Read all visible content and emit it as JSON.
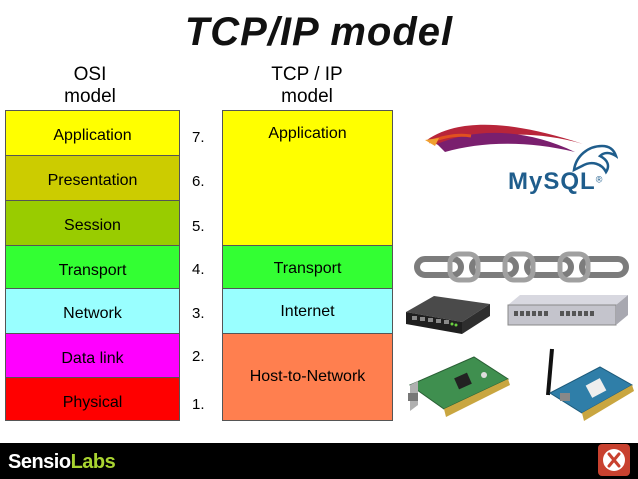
{
  "title": "TCP/IP model",
  "osi": {
    "heading_line1": "OSI",
    "heading_line2": "model",
    "layers": [
      {
        "label": "Application",
        "color": "#ffff00"
      },
      {
        "label": "Presentation",
        "color": "#cccc00"
      },
      {
        "label": "Session",
        "color": "#99cc00"
      },
      {
        "label": "Transport",
        "color": "#33ff33"
      },
      {
        "label": "Network",
        "color": "#99ffff"
      },
      {
        "label": "Data link",
        "color": "#ff00ff"
      },
      {
        "label": "Physical",
        "color": "#ff0000"
      }
    ]
  },
  "numbers": [
    "7.",
    "6.",
    "5.",
    "4.",
    "3.",
    "2.",
    "1."
  ],
  "tcpip": {
    "heading_line1": "TCP / IP",
    "heading_line2": "model",
    "layers": [
      {
        "label": "Application",
        "color": "#ffff00"
      },
      {
        "label": "Transport",
        "color": "#33ff33"
      },
      {
        "label": "Internet",
        "color": "#99ffff"
      },
      {
        "label": "Host-to-Network",
        "color": "#ff7f4f"
      }
    ]
  },
  "illustrations": {
    "mysql_text": "MySQL",
    "mysql_tm": "®"
  },
  "footer": {
    "brand_part1": "Sensio",
    "brand_part2": "Labs"
  }
}
